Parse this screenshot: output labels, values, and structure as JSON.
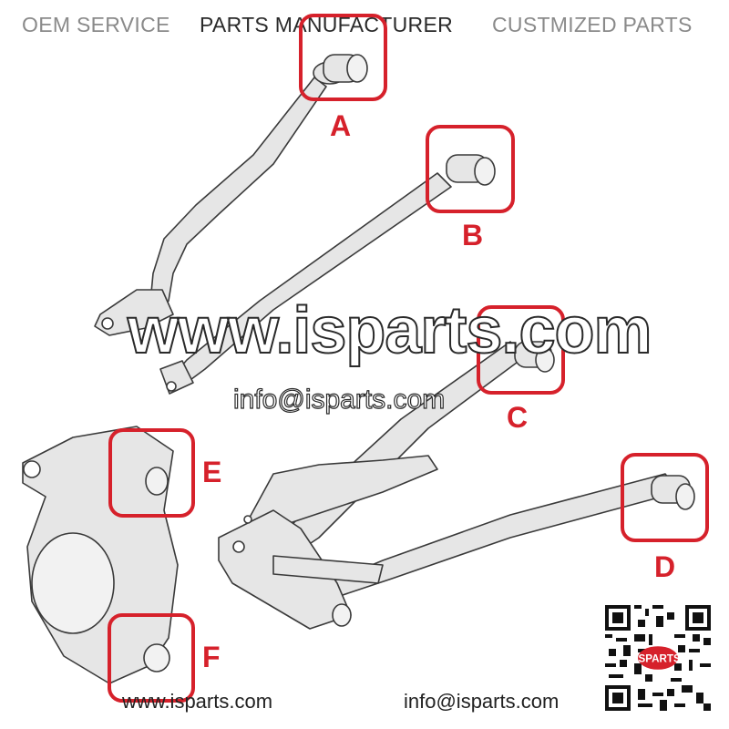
{
  "header": {
    "item1": "OEM SERVICE",
    "item2": "PARTS MANUFACTURER",
    "item3": "CUSTMIZED PARTS"
  },
  "watermark": {
    "site": "www.isparts.com",
    "email": "info@isparts.com"
  },
  "labels": {
    "a": "A",
    "b": "B",
    "c": "C",
    "d": "D",
    "e": "E",
    "f": "F"
  },
  "footer": {
    "website": "www.isparts.com",
    "email": "info@isparts.com"
  },
  "logo": {
    "qr_brand": "iSPARTS"
  },
  "colors": {
    "highlight": "#d6212b",
    "part_fill": "#e6e6e6",
    "outline": "#3a3a3a"
  }
}
